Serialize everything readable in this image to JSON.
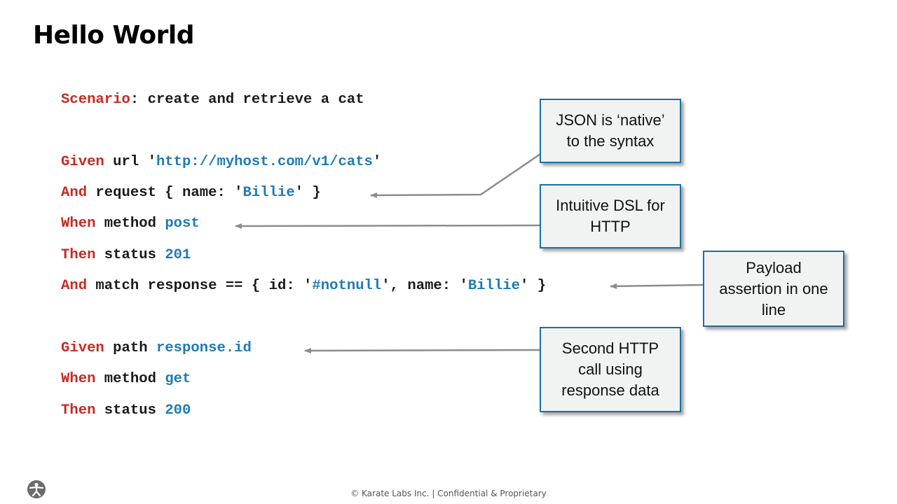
{
  "slide": {
    "title": "Hello World",
    "footer": "© Karate Labs Inc. | Confidential & Proprietary"
  },
  "code": {
    "line1": {
      "keyword": "Scenario",
      "rest": ": create and retrieve a cat"
    },
    "line2": {
      "keyword": "Given",
      "pre": " url '",
      "value": "http://myhost.com/v1/cats",
      "post": "'"
    },
    "line3": {
      "keyword": "And",
      "pre": " request { name: '",
      "value": "Billie",
      "post": "' }"
    },
    "line4": {
      "keyword": "When",
      "pre": " method ",
      "value": "post"
    },
    "line5": {
      "keyword": "Then",
      "pre": " status ",
      "value": "201"
    },
    "line6": {
      "keyword": "And",
      "pre": " match response == { id: '",
      "value1": "#notnull",
      "mid": "', name: '",
      "value2": "Billie",
      "post": "' }"
    },
    "line7": {
      "keyword": "Given",
      "pre": " path ",
      "value": "response.id"
    },
    "line8": {
      "keyword": "When",
      "pre": " method ",
      "value": "get"
    },
    "line9": {
      "keyword": "Then",
      "pre": " status ",
      "value": "200"
    }
  },
  "callouts": {
    "json": {
      "line1": "JSON is ‘native’",
      "line2": "to the syntax"
    },
    "dsl": {
      "line1": "Intuitive DSL for",
      "line2": "HTTP"
    },
    "payload": {
      "line1": "Payload",
      "line2": "assertion in one",
      "line3": "line"
    },
    "second": {
      "line1": "Second HTTP",
      "line2": "call using",
      "line3": "response data"
    }
  },
  "colors": {
    "keyword": "#c62a24",
    "value": "#1f7bb6",
    "callout_border": "#1c6ea4",
    "callout_fill": "#f1f2f2",
    "connector": "#8c8c8c"
  },
  "icons": {
    "logo": "karate-person-icon"
  }
}
